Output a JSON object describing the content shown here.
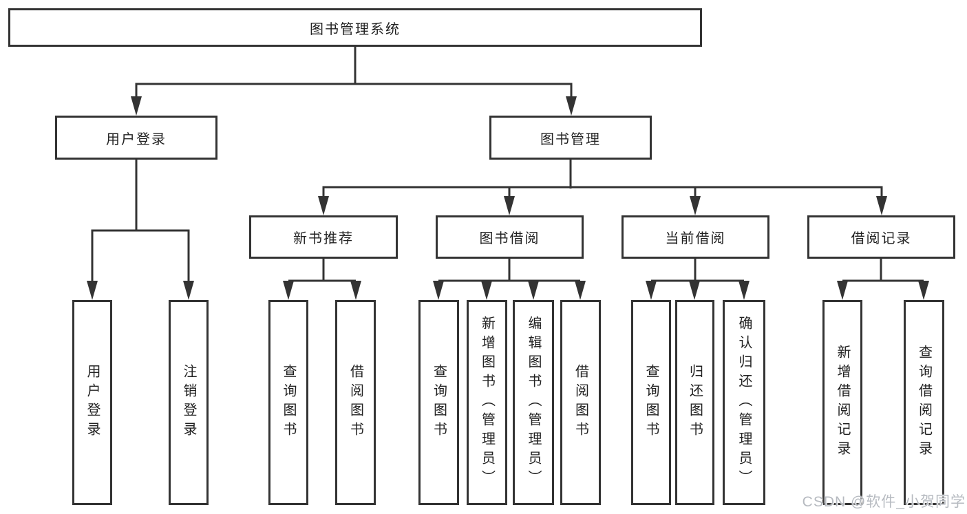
{
  "diagram": {
    "root": "图书管理系统",
    "level2": [
      {
        "label": "用户登录"
      },
      {
        "label": "图书管理"
      }
    ],
    "level3": [
      {
        "label": "新书推荐"
      },
      {
        "label": "图书借阅"
      },
      {
        "label": "当前借阅"
      },
      {
        "label": "借阅记录"
      }
    ],
    "leaves": {
      "login": [
        "用户登录",
        "注销登录"
      ],
      "recommend": [
        "查询图书",
        "借阅图书"
      ],
      "borrow": [
        "查询图书",
        "新增图书（管理员）",
        "编辑图书（管理员）",
        "借阅图书"
      ],
      "current": [
        "查询图书",
        "归还图书",
        "确认归还（管理员）"
      ],
      "records": [
        "新增借阅记录",
        "查询借阅记录"
      ]
    },
    "watermark": "CSDN @软件_小贺同学"
  },
  "colors": {
    "line": "#333333",
    "text": "#222222",
    "watermark": "#b6bac0",
    "background": "#ffffff"
  }
}
